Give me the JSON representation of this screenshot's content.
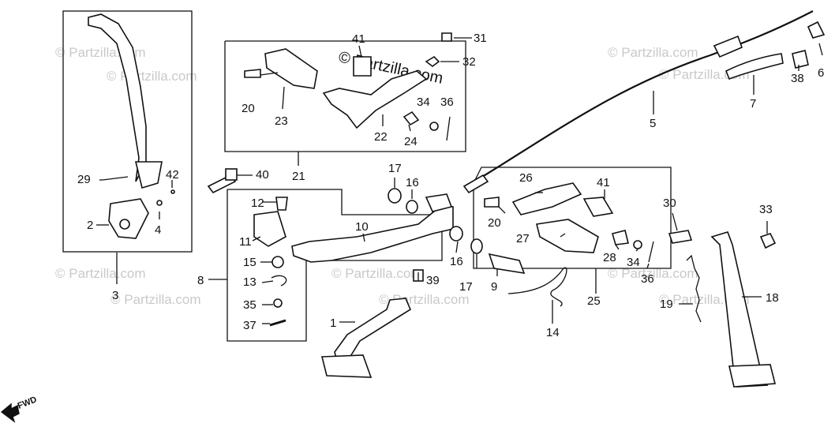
{
  "watermark": "© Partzilla.com",
  "copyright": "© Partzilla.com",
  "direction": "FWD",
  "callouts": [
    "1",
    "2",
    "3",
    "4",
    "5",
    "6",
    "7",
    "8",
    "9",
    "10",
    "11",
    "12",
    "13",
    "14",
    "15",
    "16",
    "16",
    "17",
    "17",
    "18",
    "19",
    "20",
    "20",
    "21",
    "22",
    "23",
    "24",
    "25",
    "26",
    "27",
    "28",
    "29",
    "30",
    "31",
    "32",
    "33",
    "34",
    "34",
    "35",
    "36",
    "36",
    "37",
    "38",
    "39",
    "40",
    "41",
    "41",
    "42"
  ]
}
